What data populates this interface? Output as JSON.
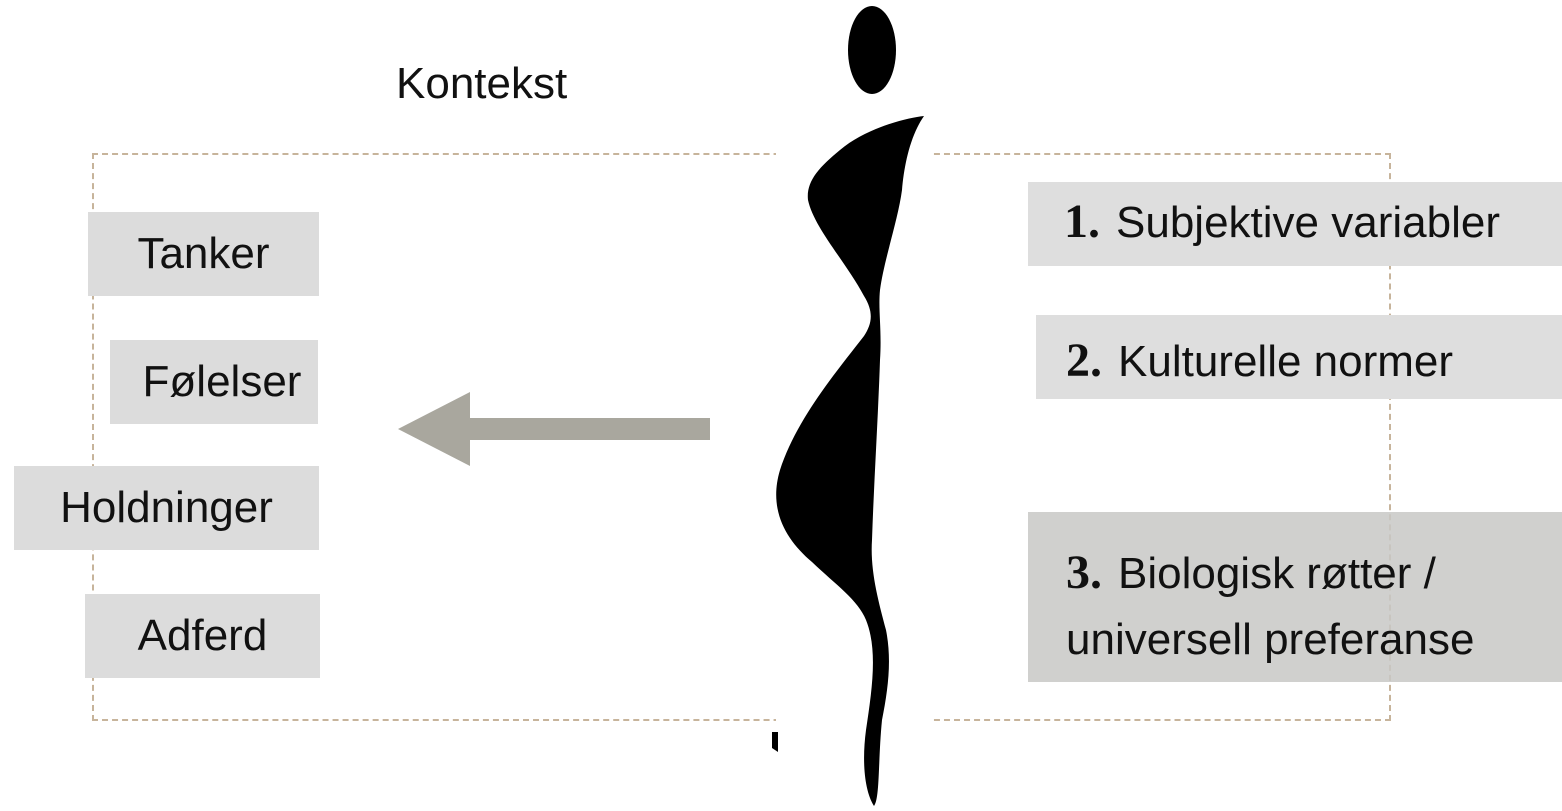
{
  "context": {
    "label": "Kontekst"
  },
  "left_boxes": {
    "tanker": "Tanker",
    "folelser": "Følelser",
    "holdninger": "Holdninger",
    "adferd": "Adferd"
  },
  "right_boxes": {
    "item1": {
      "number": "1.",
      "text": "Subjektive variabler"
    },
    "item2": {
      "number": "2.",
      "text": "Kulturelle normer"
    },
    "item3": {
      "number": "3.",
      "text": "Biologisk røtter / universell preferanse"
    }
  },
  "colors": {
    "box_fill": "#dcdcdc",
    "frame_border": "#c7b49b",
    "arrow": "#a9a79e",
    "figure": "#000000"
  }
}
